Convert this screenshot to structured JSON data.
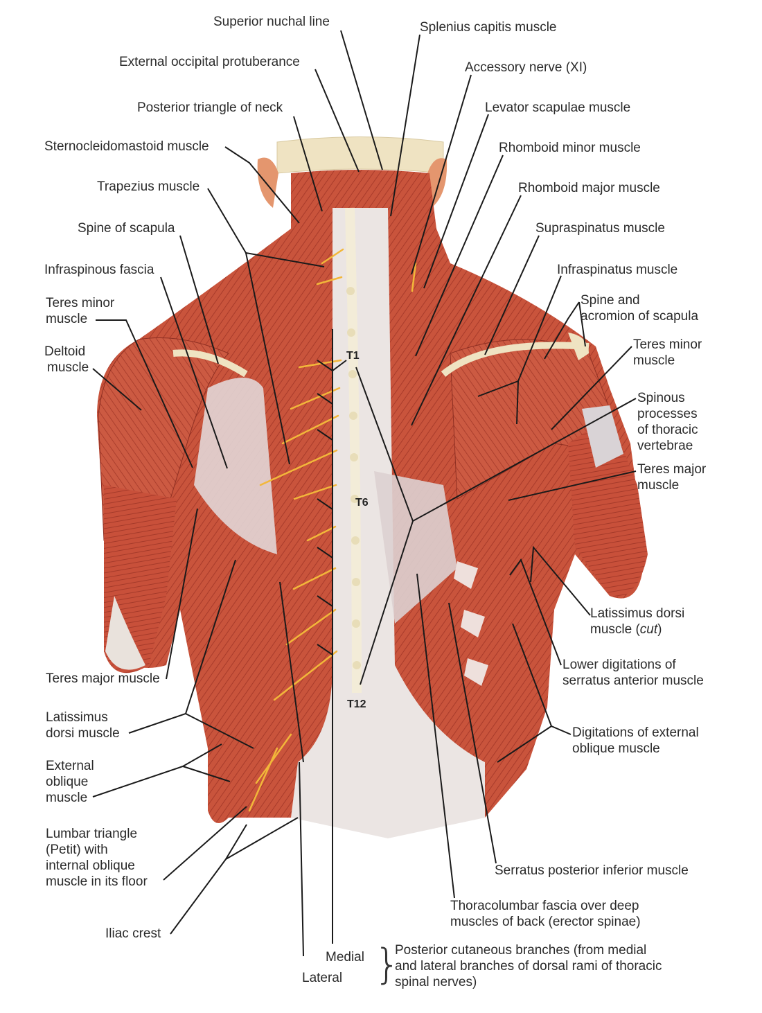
{
  "labels": {
    "superior_nuchal_line": "Superior nuchal line",
    "splenius_capitis": "Splenius capitis muscle",
    "external_occipital_protuberance": "External occipital protuberance",
    "accessory_nerve": "Accessory nerve (XI)",
    "posterior_triangle": "Posterior triangle of neck",
    "levator_scapulae": "Levator scapulae muscle",
    "sternocleidomastoid": "Sternocleidomastoid muscle",
    "rhomboid_minor": "Rhomboid minor muscle",
    "trapezius": "Trapezius muscle",
    "rhomboid_major": "Rhomboid major muscle",
    "spine_of_scapula": "Spine of scapula",
    "supraspinatus": "Supraspinatus muscle",
    "infraspinous_fascia": "Infraspinous fascia",
    "infraspinatus": "Infraspinatus muscle",
    "teres_minor_left_1": "Teres minor",
    "teres_minor_left_2": "muscle",
    "spine_acromion_1": "Spine and",
    "spine_acromion_2": "acromion of scapula",
    "deltoid_1": "Deltoid",
    "deltoid_2": "muscle",
    "teres_minor_right_1": "Teres minor",
    "teres_minor_right_2": "muscle",
    "spinous_1": "Spinous",
    "spinous_2": "processes",
    "spinous_3": "of thoracic",
    "spinous_4": "vertebrae",
    "teres_major_right_1": "Teres major",
    "teres_major_right_2": "muscle",
    "latissimus_cut_1": "Latissimus dorsi",
    "latissimus_cut_2a": "muscle (",
    "latissimus_cut_2b": "cut",
    "latissimus_cut_2c": ")",
    "teres_major_left": "Teres major muscle",
    "lower_digitations_1": "Lower digitations of",
    "lower_digitations_2": "serratus anterior muscle",
    "latissimus_left_1": "Latissimus",
    "latissimus_left_2": "dorsi muscle",
    "digitations_external_1": "Digitations of external",
    "digitations_external_2": "oblique muscle",
    "external_oblique_1": "External",
    "external_oblique_2": "oblique",
    "external_oblique_3": "muscle",
    "lumbar_triangle_1": "Lumbar triangle",
    "lumbar_triangle_2": "(Petit) with",
    "lumbar_triangle_3": "internal oblique",
    "lumbar_triangle_4": "muscle in its floor",
    "serratus_posterior_inferior": "Serratus posterior inferior muscle",
    "thoracolumbar_1": "Thoracolumbar fascia over deep",
    "thoracolumbar_2": "muscles of back (erector spinae)",
    "iliac_crest": "Iliac crest",
    "medial": "Medial",
    "lateral": "Lateral",
    "posterior_cutaneous_1": "Posterior cutaneous branches (from medial",
    "posterior_cutaneous_2": "and lateral branches of dorsal rami of thoracic",
    "posterior_cutaneous_3": "spinal nerves)"
  },
  "vertebra_labels": {
    "t1": "T1",
    "t6": "T6",
    "t12": "T12"
  },
  "colors": {
    "muscle": "#c8503a",
    "muscle_dark": "#a8382a",
    "fascia": "#ece4dc",
    "nerve": "#f2b73a",
    "bone": "#efe3c2",
    "leader": "#1a1a1a"
  }
}
